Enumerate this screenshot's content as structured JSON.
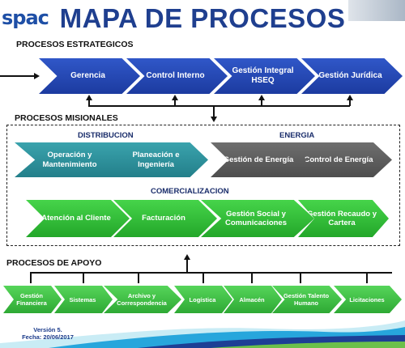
{
  "header": {
    "logo_text": "spac",
    "title": "MAPA DE PROCESOS"
  },
  "estrategicos": {
    "label": "PROCESOS ESTRATEGICOS",
    "items": [
      "Gerencia",
      "Control Interno",
      "Gestión Integral HSEQ",
      "Gestión Jurídica"
    ]
  },
  "misionales": {
    "label": "PROCESOS MISIONALES",
    "distribucion": {
      "label": "DISTRIBUCION",
      "items": [
        "Operación y Mantenimiento",
        "Planeación e Ingeniería"
      ]
    },
    "energia": {
      "label": "ENERGIA",
      "items": [
        "Gestión de Energía",
        "Control de Energía"
      ]
    },
    "comercializacion": {
      "label": "COMERCIALIZACION",
      "items": [
        "Atención al Cliente",
        "Facturación",
        "Gestión Social y Comunicaciones",
        "Gestión Recaudo y Cartera"
      ]
    }
  },
  "apoyo": {
    "label": "PROCESOS DE APOYO",
    "items": [
      "Gestión Financiera",
      "Sistemas",
      "Archivo y Correspondencia",
      "Logística",
      "Almacén",
      "Gestión Talento Humano",
      "Licitaciones"
    ]
  },
  "footer": {
    "version": "Versión 5.",
    "date": "Fecha: 20/06/2017"
  },
  "colors": {
    "title": "#1f3f8f",
    "estrategicos": "#1c3ba0",
    "distribucion": "#237f8a",
    "energia": "#4e4e4e",
    "comercializacion": "#23a72a"
  }
}
